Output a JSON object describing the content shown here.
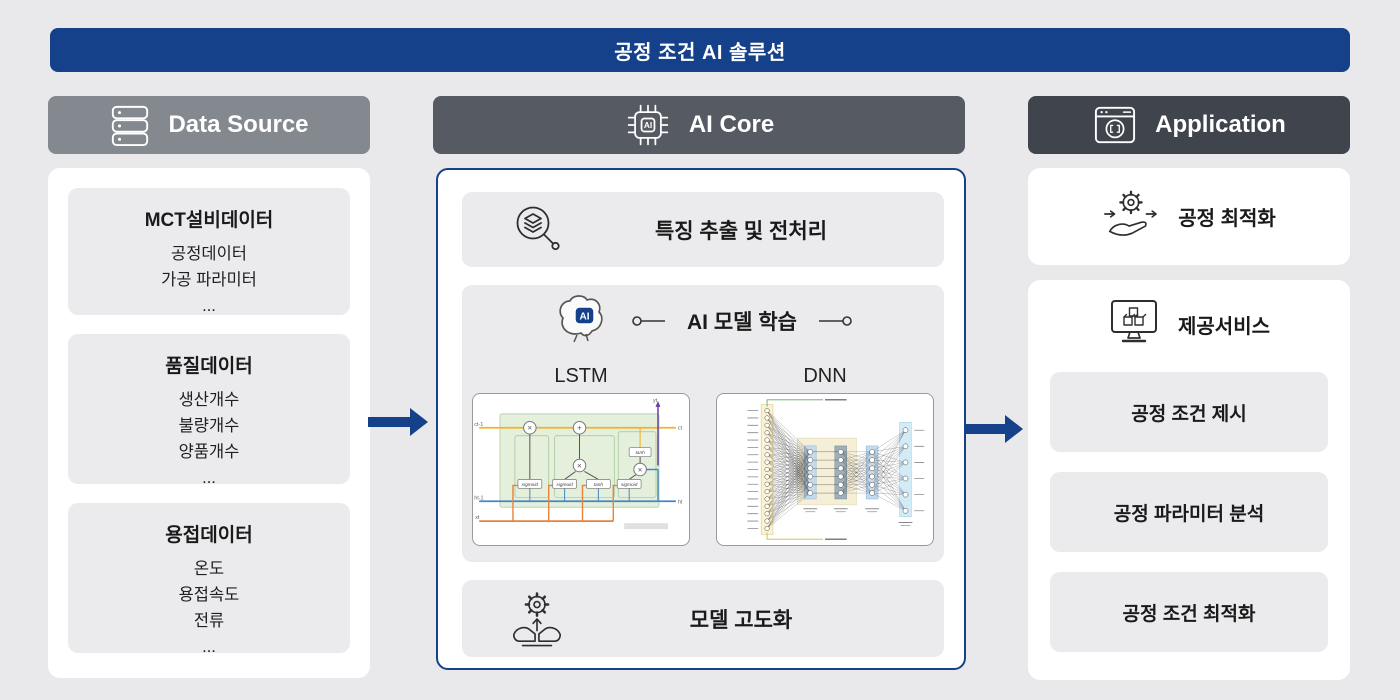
{
  "banner": {
    "title": "공정 조건 AI 솔루션"
  },
  "colors": {
    "primary_blue": "#15408a",
    "header_data_source": "#84888f",
    "header_ai_core": "#565a62",
    "header_application": "#40444c",
    "card_gray": "#ebebed",
    "page_bg": "#e9e9eb",
    "panel_white": "#ffffff"
  },
  "data_source": {
    "header": "Data Source",
    "icon": "database-icon",
    "cards": [
      {
        "title": "MCT설비데이터",
        "items": [
          "공정데이터",
          "가공 파라미터",
          "..."
        ]
      },
      {
        "title": "품질데이터",
        "items": [
          "생산개수",
          "불량개수",
          "양품개수",
          "..."
        ]
      },
      {
        "title": "용접데이터",
        "items": [
          "온도",
          "용접속도",
          "전류",
          "..."
        ]
      }
    ]
  },
  "ai_core": {
    "header": "AI Core",
    "icon": "ai-chip-icon",
    "steps": {
      "preprocess": {
        "label": "특징 추출 및 전처리",
        "icon": "magnifier-layers-icon"
      },
      "training": {
        "label": "AI 모델 학습",
        "icon": "brain-ai-icon",
        "models": [
          {
            "name": "LSTM"
          },
          {
            "name": "DNN"
          }
        ]
      },
      "enhance": {
        "label": "모델 고도화",
        "icon": "gear-hands-icon"
      }
    }
  },
  "application": {
    "header": "Application",
    "icon": "browser-icon",
    "cards": [
      {
        "label": "공정 최적화",
        "icon": "gear-hand-arrows-icon"
      },
      {
        "label": "제공서비스",
        "icon": "monitor-cubes-icon",
        "items": [
          "공정 조건 제시",
          "공정 파라미터 분석",
          "공정 조건 최적화"
        ]
      }
    ]
  }
}
